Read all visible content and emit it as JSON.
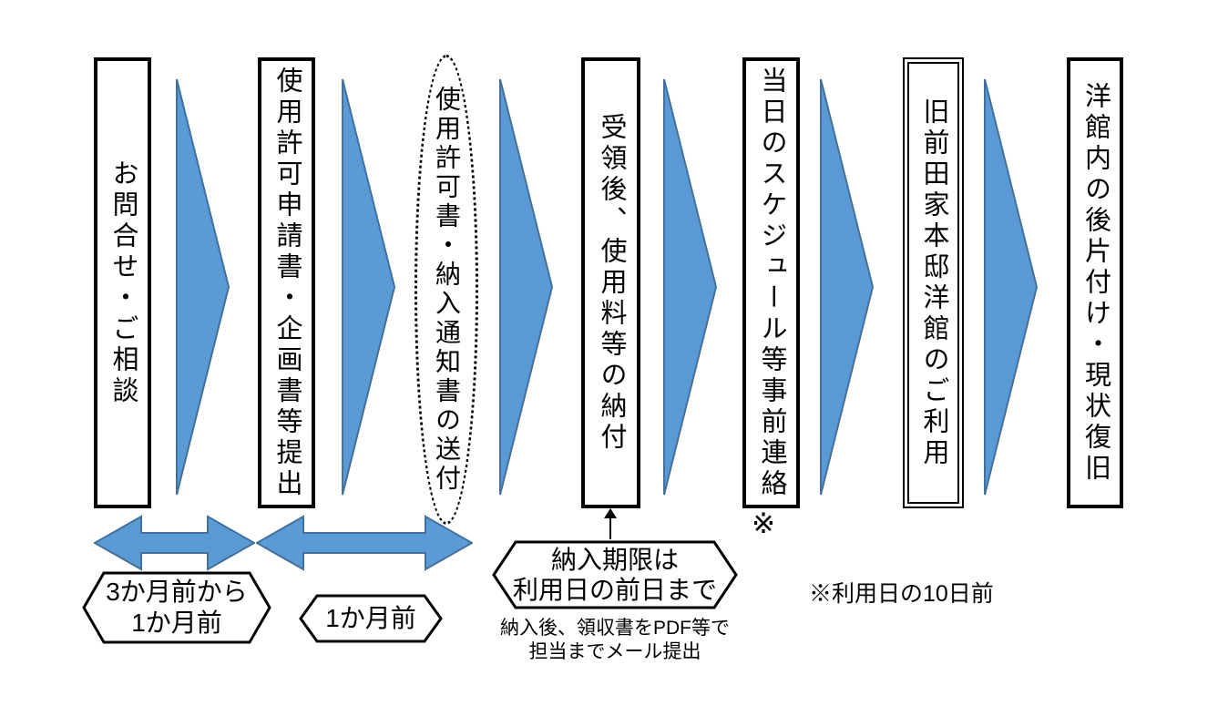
{
  "colors": {
    "arrow_fill": "#5B9BD5",
    "arrow_stroke": "#41719C",
    "shape_border": "#000000"
  },
  "steps": [
    {
      "label": "お問合せ・ご相談",
      "shape": "box"
    },
    {
      "label": "使用許可申請書・企画書等提出",
      "shape": "box"
    },
    {
      "label": "使用許可書・納入通知書の送付",
      "shape": "dotted-ellipse"
    },
    {
      "label": "受領後、使用料等の納付",
      "shape": "box"
    },
    {
      "label": "当日のスケジュール等事前連絡",
      "shape": "box",
      "footnote_marker": "※"
    },
    {
      "label": "旧前田家本邸洋館のご利用",
      "shape": "double-box"
    },
    {
      "label": "洋館内の後片付け・現状復旧",
      "shape": "box"
    }
  ],
  "timeline": {
    "range_1": {
      "line1": "3か月前から",
      "line2": "1か月前"
    },
    "range_2": {
      "line1": "1か月前"
    },
    "deadline": {
      "line1": "納入期限は",
      "line2": "利用日の前日まで"
    }
  },
  "notes": {
    "up_arrow": "↑",
    "payment_line1": "納入後、領収書をPDF等で",
    "payment_line2": "担当までメール提出",
    "footnote": "※利用日の10日前"
  }
}
